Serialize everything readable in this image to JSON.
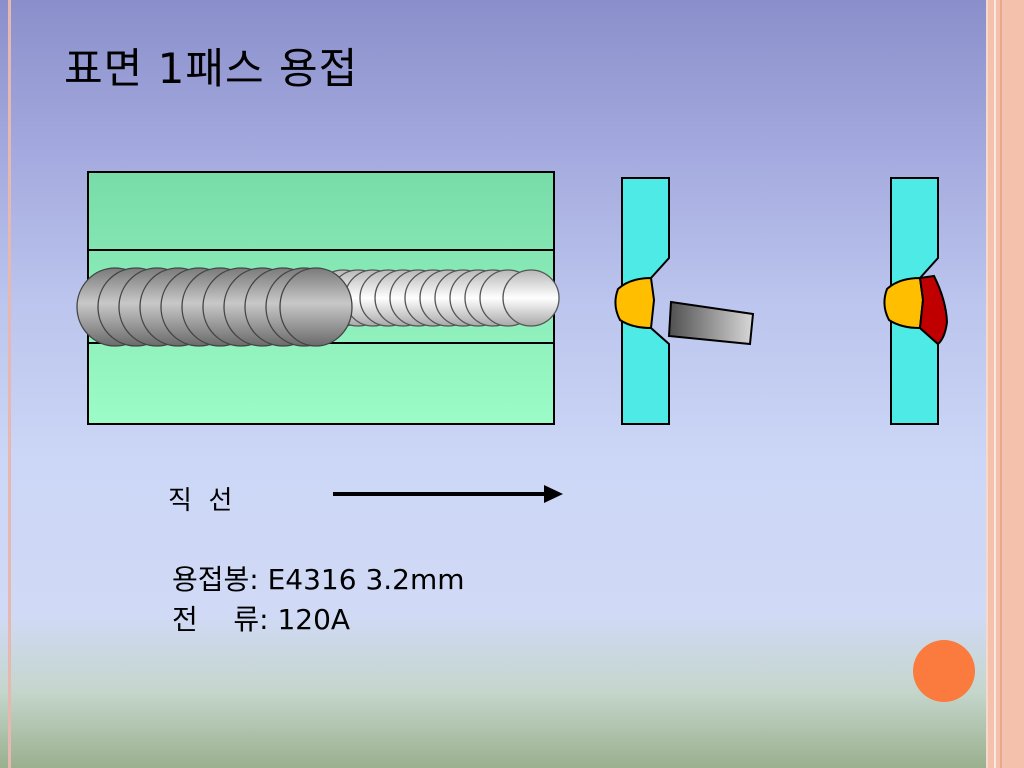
{
  "slide": {
    "title": "표면 1패스 용접",
    "direction_label": "직  선",
    "specs": {
      "rod": "용접봉: E4316 3.2mm",
      "current": "전    류: 120A"
    }
  },
  "colors": {
    "plate": "#8cf0bc",
    "cross_section": "#4deae6",
    "weld_fill": "#ffbe00",
    "weld_red": "#c00000",
    "accent_dot": "#fb7a3e",
    "side_strip": "#f4c2ac"
  },
  "icons": {
    "direction": "right-arrow-icon"
  }
}
